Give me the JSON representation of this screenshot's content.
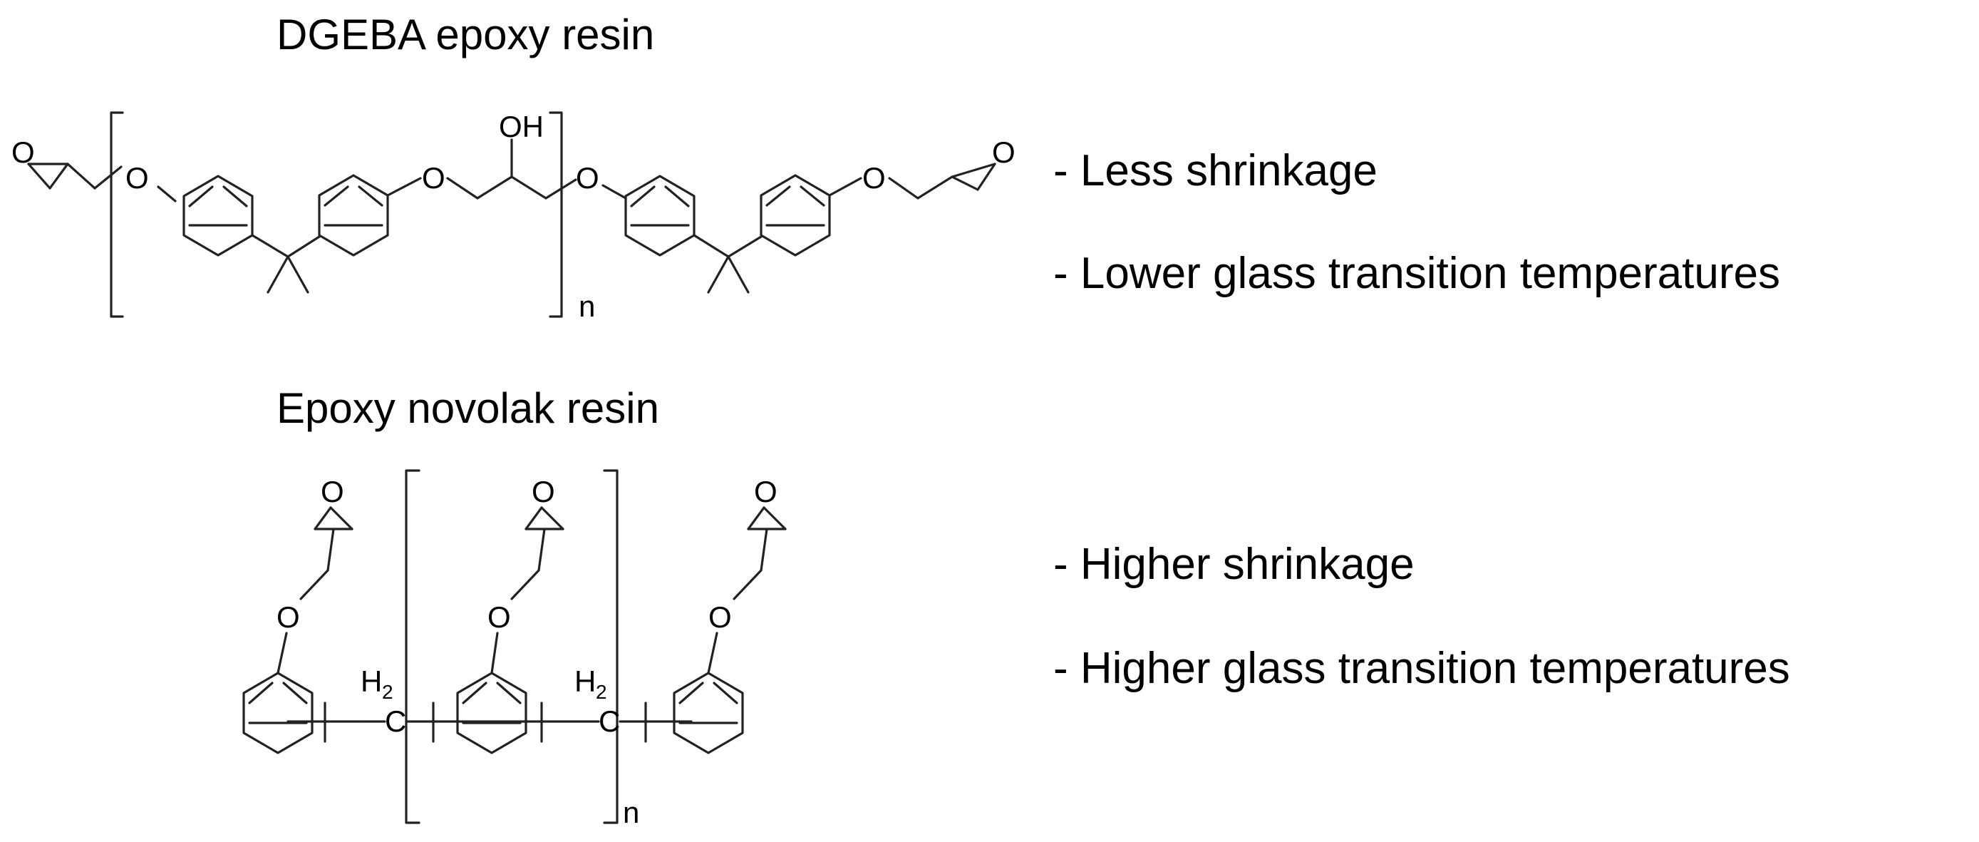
{
  "dgeba": {
    "title": "DGEBA epoxy resin",
    "properties": [
      "- Less shrinkage",
      "- Lower glass transition temperatures"
    ],
    "atoms": {
      "o": "O",
      "oh": "OH",
      "n": "n"
    }
  },
  "novolak": {
    "title": "Epoxy novolak resin",
    "properties": [
      "- Higher shrinkage",
      "- Higher glass transition temperatures"
    ],
    "atoms": {
      "o": "O",
      "h": "H",
      "h_sub": "2",
      "c": "C",
      "n": "n"
    }
  }
}
